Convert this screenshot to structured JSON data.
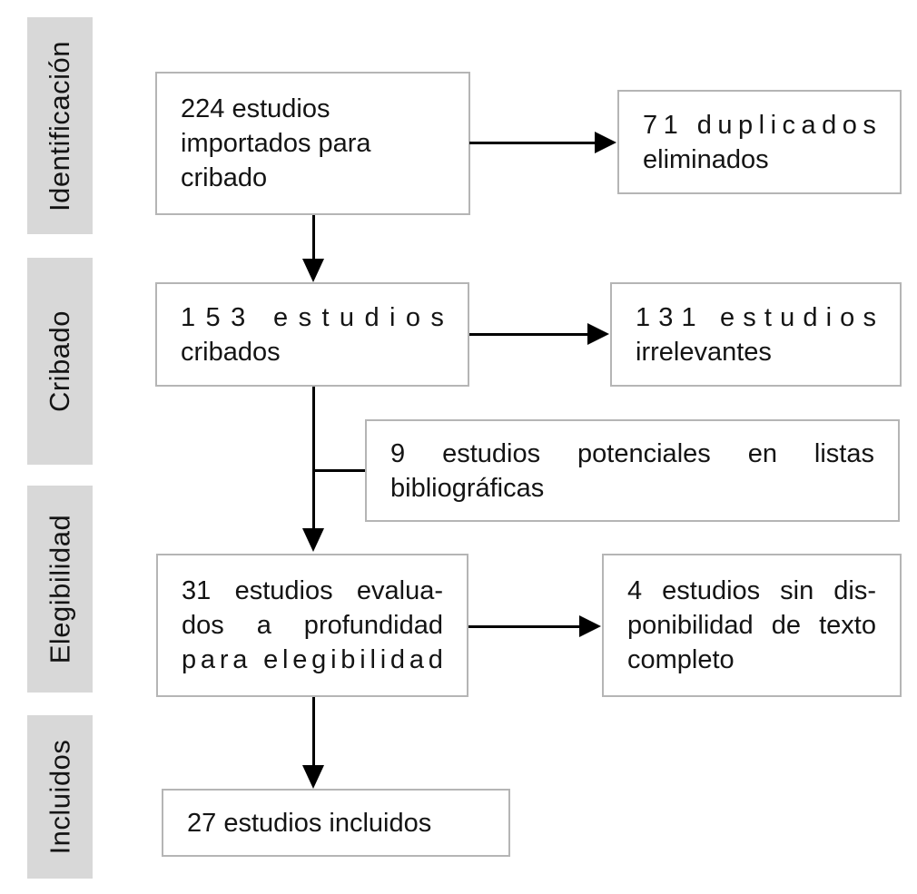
{
  "sidebar": {
    "stages": [
      {
        "label": "Identificación"
      },
      {
        "label": "Cribado"
      },
      {
        "label": "Elegibilidad"
      },
      {
        "label": "Incluidos"
      }
    ]
  },
  "boxes": {
    "imported": {
      "count": 224,
      "lines": [
        "224 estudios",
        "importados para",
        "cribado"
      ]
    },
    "duplicates": {
      "count": 71,
      "lines": [
        "71 duplicados",
        "eliminados"
      ]
    },
    "screened": {
      "count": 153,
      "lines": [
        "153 estudios",
        "cribados"
      ]
    },
    "irrelevant": {
      "count": 131,
      "lines": [
        "131 estudios",
        "irrelevantes"
      ]
    },
    "potential": {
      "count": 9,
      "lines": [
        "9 estudios potenciales en listas",
        "bibliográficas"
      ]
    },
    "assessed": {
      "count": 31,
      "lines": [
        "31 estudios evalua-",
        "dos a profundidad",
        "para elegibilidad"
      ]
    },
    "no_fulltext": {
      "count": 4,
      "lines": [
        "4 estudios sin dis-",
        "ponibilidad de texto",
        "completo"
      ]
    },
    "included": {
      "count": 27,
      "lines": [
        "27 estudios incluidos"
      ]
    }
  },
  "colors": {
    "stage_bg": "#d8d8d8",
    "box_border": "#b5b5b5",
    "text": "#141414",
    "arrow": "#000000",
    "background": "#ffffff"
  }
}
